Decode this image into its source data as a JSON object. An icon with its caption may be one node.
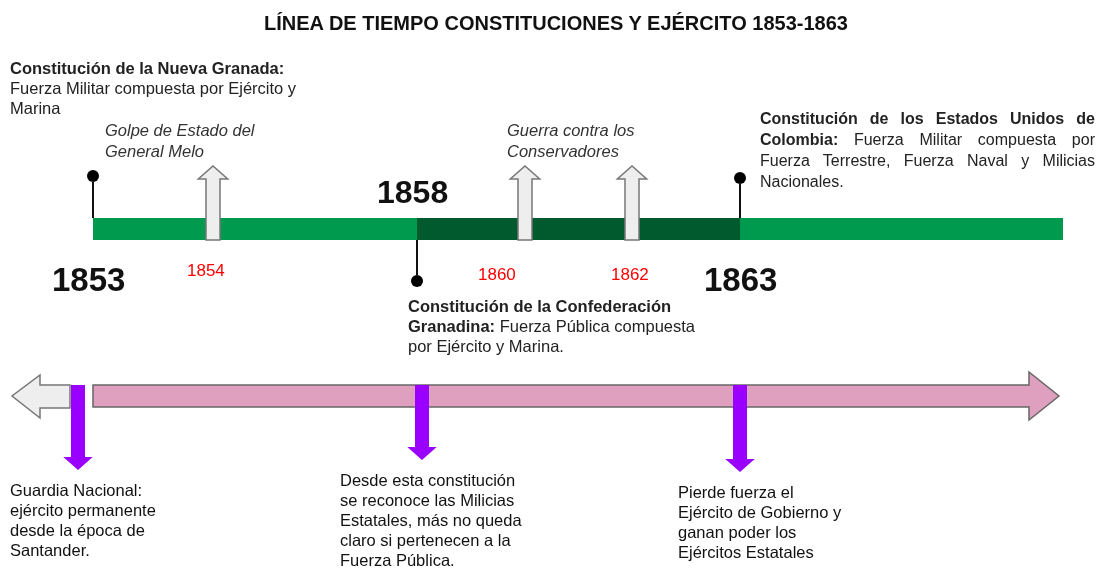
{
  "diagram": {
    "title": "LÍNEA DE TIEMPO CONSTITUCIONES Y EJÉRCITO 1853-1863",
    "nodes": [
      {
        "text": [
          "**Constitución de la Nueva Granada:** Fuerza Militar compuesta por Ejército y Marina"
        ]
      },
      {
        "text": [
          "Golpe de Estado del General Melo"
        ]
      },
      {
        "text": [
          "Guerra contra los Conservadores"
        ]
      },
      {
        "text": [
          "**Constitución de los Estados Unidos de Colombia:** Fuerza Militar compuesta por Fuerza Terrestre, Fuerza Naval y Milicias Nacionales."
        ]
      },
      {
        "text": [
          "**Constitución de la Confederación Granadina:** Fuerza Pública compuesta por Ejército y Marina."
        ]
      },
      {
        "text": [
          "Guardia Nacional: ejército permanente desde la época de Santander."
        ]
      },
      {
        "text": [
          "Desde esta constitución se reconoce las Milicias Estatales, más no queda claro si pertenecen a la Fuerza Pública."
        ]
      },
      {
        "text": [
          "Pierde fuerza el Ejército de Gobierno y ganan poder los Ejércitos Estatales"
        ]
      },
      {
        "text": [],
        "shape": "bar"
      },
      {
        "text": [],
        "shape": "arrow"
      },
      {
        "text": [],
        "shape": "circle"
      },
      {
        "text": [],
        "shape": "circle"
      },
      {
        "text": [],
        "shape": "circle"
      }
    ],
    "edges": [
      {
        "from": 8,
        "to": 1,
        "arrow": "to",
        "style": "thick",
        "color": "#eeeeee"
      },
      {
        "from": 8,
        "to": 2,
        "arrow": "to",
        "style": "thick",
        "color": "#eeeeee"
      },
      {
        "from": 8,
        "to": 2,
        "arrow": "to",
        "style": "thick",
        "color": "#eeeeee"
      },
      {
        "from": 9,
        "to": 5,
        "arrow": "to",
        "style": "thick",
        "color": "#9900ff"
      },
      {
        "from": 9,
        "to": 6,
        "arrow": "to",
        "style": "thick",
        "color": "#9900ff"
      },
      {
        "from": 9,
        "to": 7,
        "arrow": "to",
        "style": "thick",
        "color": "#9900ff"
      },
      {
        "from": 10,
        "to": 8,
        "arrow": "none"
      },
      {
        "from": 8,
        "to": 11,
        "arrow": "none"
      },
      {
        "from": 12,
        "to": 8,
        "arrow": "none"
      }
    ],
    "labels": [
      "1858",
      "1853",
      "1854",
      "1860",
      "1862",
      "1863"
    ]
  }
}
